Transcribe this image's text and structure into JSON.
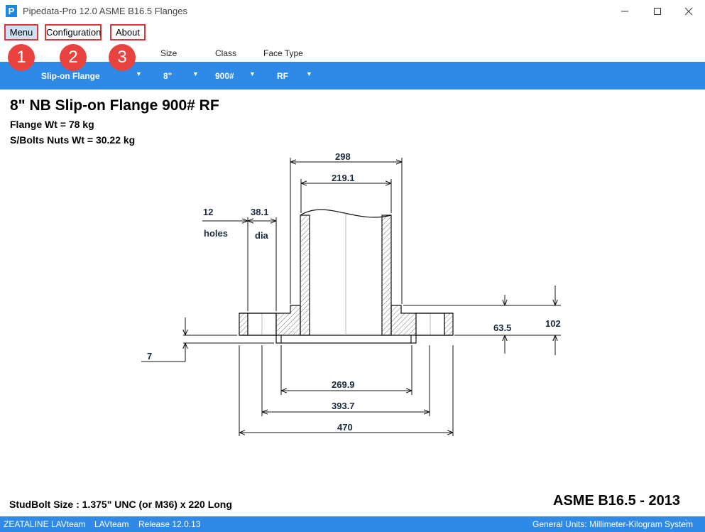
{
  "window": {
    "app_icon_letter": "P",
    "title": "Pipedata-Pro 12.0 ASME B16.5 Flanges",
    "minimize_glyph": "—",
    "maximize_glyph": "☐",
    "close_glyph": "✕"
  },
  "menubar": {
    "items": [
      {
        "label": "Menu"
      },
      {
        "label": "Configuration"
      },
      {
        "label": "About"
      }
    ]
  },
  "badges": [
    "1",
    "2",
    "3"
  ],
  "selectors": {
    "headers": {
      "size": "Size",
      "class": "Class",
      "face_type": "Face Type"
    },
    "type": "Slip-on Flange",
    "size": "8\"",
    "class": "900#",
    "face_type": "RF",
    "dropdown_glyph": "▼"
  },
  "main": {
    "title": "8\" NB Slip-on Flange 900# RF",
    "flange_wt": "Flange Wt =  78 kg",
    "bolts_wt": "S/Bolts  Nuts Wt =  30.22 kg",
    "studbolt": "StudBolt Size : 1.375\" UNC  (or M36)  x 220 Long",
    "standard": "ASME B16.5 - 2013"
  },
  "drawing": {
    "hub_dia": "298",
    "pipe_od": "219.1",
    "holes_count": "12",
    "holes_label": "holes",
    "hole_dia": "38.1",
    "hole_dia_label": "dia",
    "raised_face_height": "7",
    "thickness": "63.5",
    "overall_length": "102",
    "raised_face_dia": "269.9",
    "bolt_circle": "393.7",
    "flange_od": "470"
  },
  "statusbar": {
    "items": [
      "ZEATALINE",
      "LAVteam",
      "LAVteam",
      "Release 12.0.13"
    ],
    "units": "General Units: Millimeter-Kilogram System",
    "grip": "⋰"
  },
  "colors": {
    "accent": "#2e8ae6",
    "badge": "#e8433f",
    "highlight": "#d9373c",
    "dim_text": "#1a2a40"
  }
}
